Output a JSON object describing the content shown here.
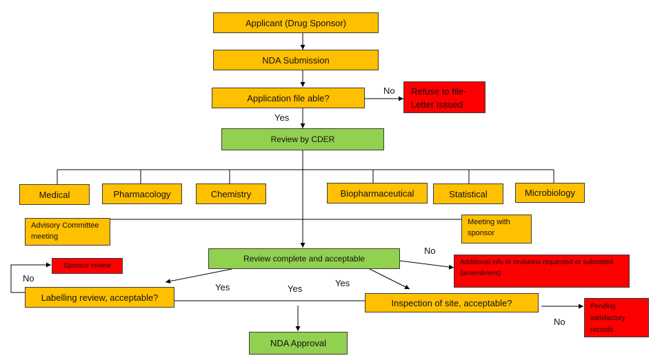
{
  "nodes": {
    "applicant": "Applicant (Drug Sponsor)",
    "nda_submission": "NDA Submission",
    "fileable": "Application  file able?",
    "refuse": "Refuse to file-Letter Issued",
    "review_cder": "Review by CDER",
    "medical": "Medical",
    "pharmacology": "Pharmacology",
    "chemistry": "Chemistry",
    "biopharm": "Biopharmaceutical",
    "statistical": "Statistical",
    "microbiology": "Microbiology",
    "advisory": "Advisory Committee meeting",
    "meeting_sponsor": "Meeting with sponsor",
    "review_complete": "Review complete and acceptable",
    "additional_info": "Additional info or revisions requested or submitted (amendment)",
    "sponsor_review": "Sponsor review",
    "labelling": "Labelling review, acceptable?",
    "inspection": "Inspection of site, acceptable?",
    "pending": "Pending satisfactory records",
    "nda_approval": "NDA Approval"
  },
  "edge_labels": {
    "no_refuse": "No",
    "yes_review": "Yes",
    "no_additional": "No",
    "no_labelling": "No",
    "yes_labelling": "Yes",
    "yes_approval": "Yes",
    "yes_inspection": "Yes",
    "no_pending": "No"
  },
  "colors": {
    "process": "#ffc000",
    "review": "#92d050",
    "rejection": "#ff0000",
    "connector": "#000000"
  }
}
